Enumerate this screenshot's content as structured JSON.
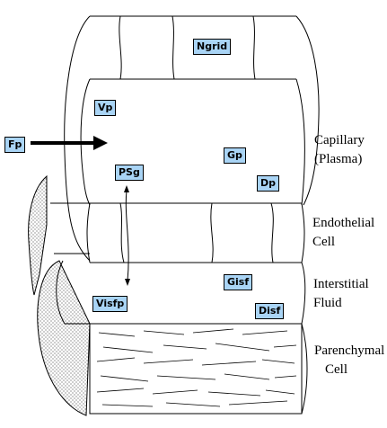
{
  "diagram": {
    "boxes": {
      "ngrid": "Ngrid",
      "vp": "Vp",
      "fp": "Fp",
      "psg": "PSg",
      "gp": "Gp",
      "dp": "Dp",
      "gisf": "Gisf",
      "visfp": "Visfp",
      "disf": "Disf"
    },
    "regions": {
      "capillary_line1": "Capillary",
      "capillary_line2": "(Plasma)",
      "endothelial_line1": "Endothelial",
      "endothelial_line2": "Cell",
      "interstitial_line1": "Interstitial",
      "interstitial_line2": "Fluid",
      "parenchymal_line1": "Parenchymal",
      "parenchymal_line2": "Cell"
    }
  }
}
